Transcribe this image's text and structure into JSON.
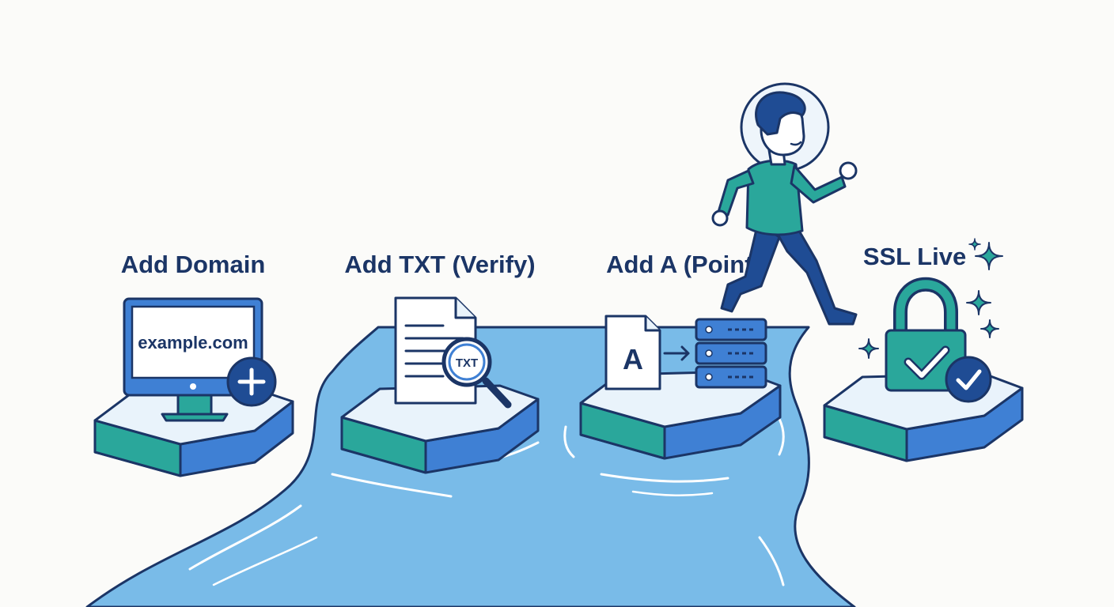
{
  "steps": [
    {
      "label": "Add Domain",
      "icon": "monitor-plus-icon"
    },
    {
      "label": "Add TXT (Verify)",
      "icon": "txt-document-search-icon"
    },
    {
      "label": "Add A (Point)",
      "icon": "a-record-server-icon"
    },
    {
      "label": "SSL Live",
      "icon": "padlock-check-icon"
    }
  ],
  "monitor": {
    "domain": "example.com"
  },
  "txt_doc": {
    "badge": "TXT"
  },
  "a_record": {
    "letter": "A"
  },
  "colors": {
    "navy": "#1b3566",
    "teal": "#2aa79b",
    "blue": "#3b7ed6",
    "water": "#79bbe8",
    "platform_top": "#e9f3fb"
  }
}
